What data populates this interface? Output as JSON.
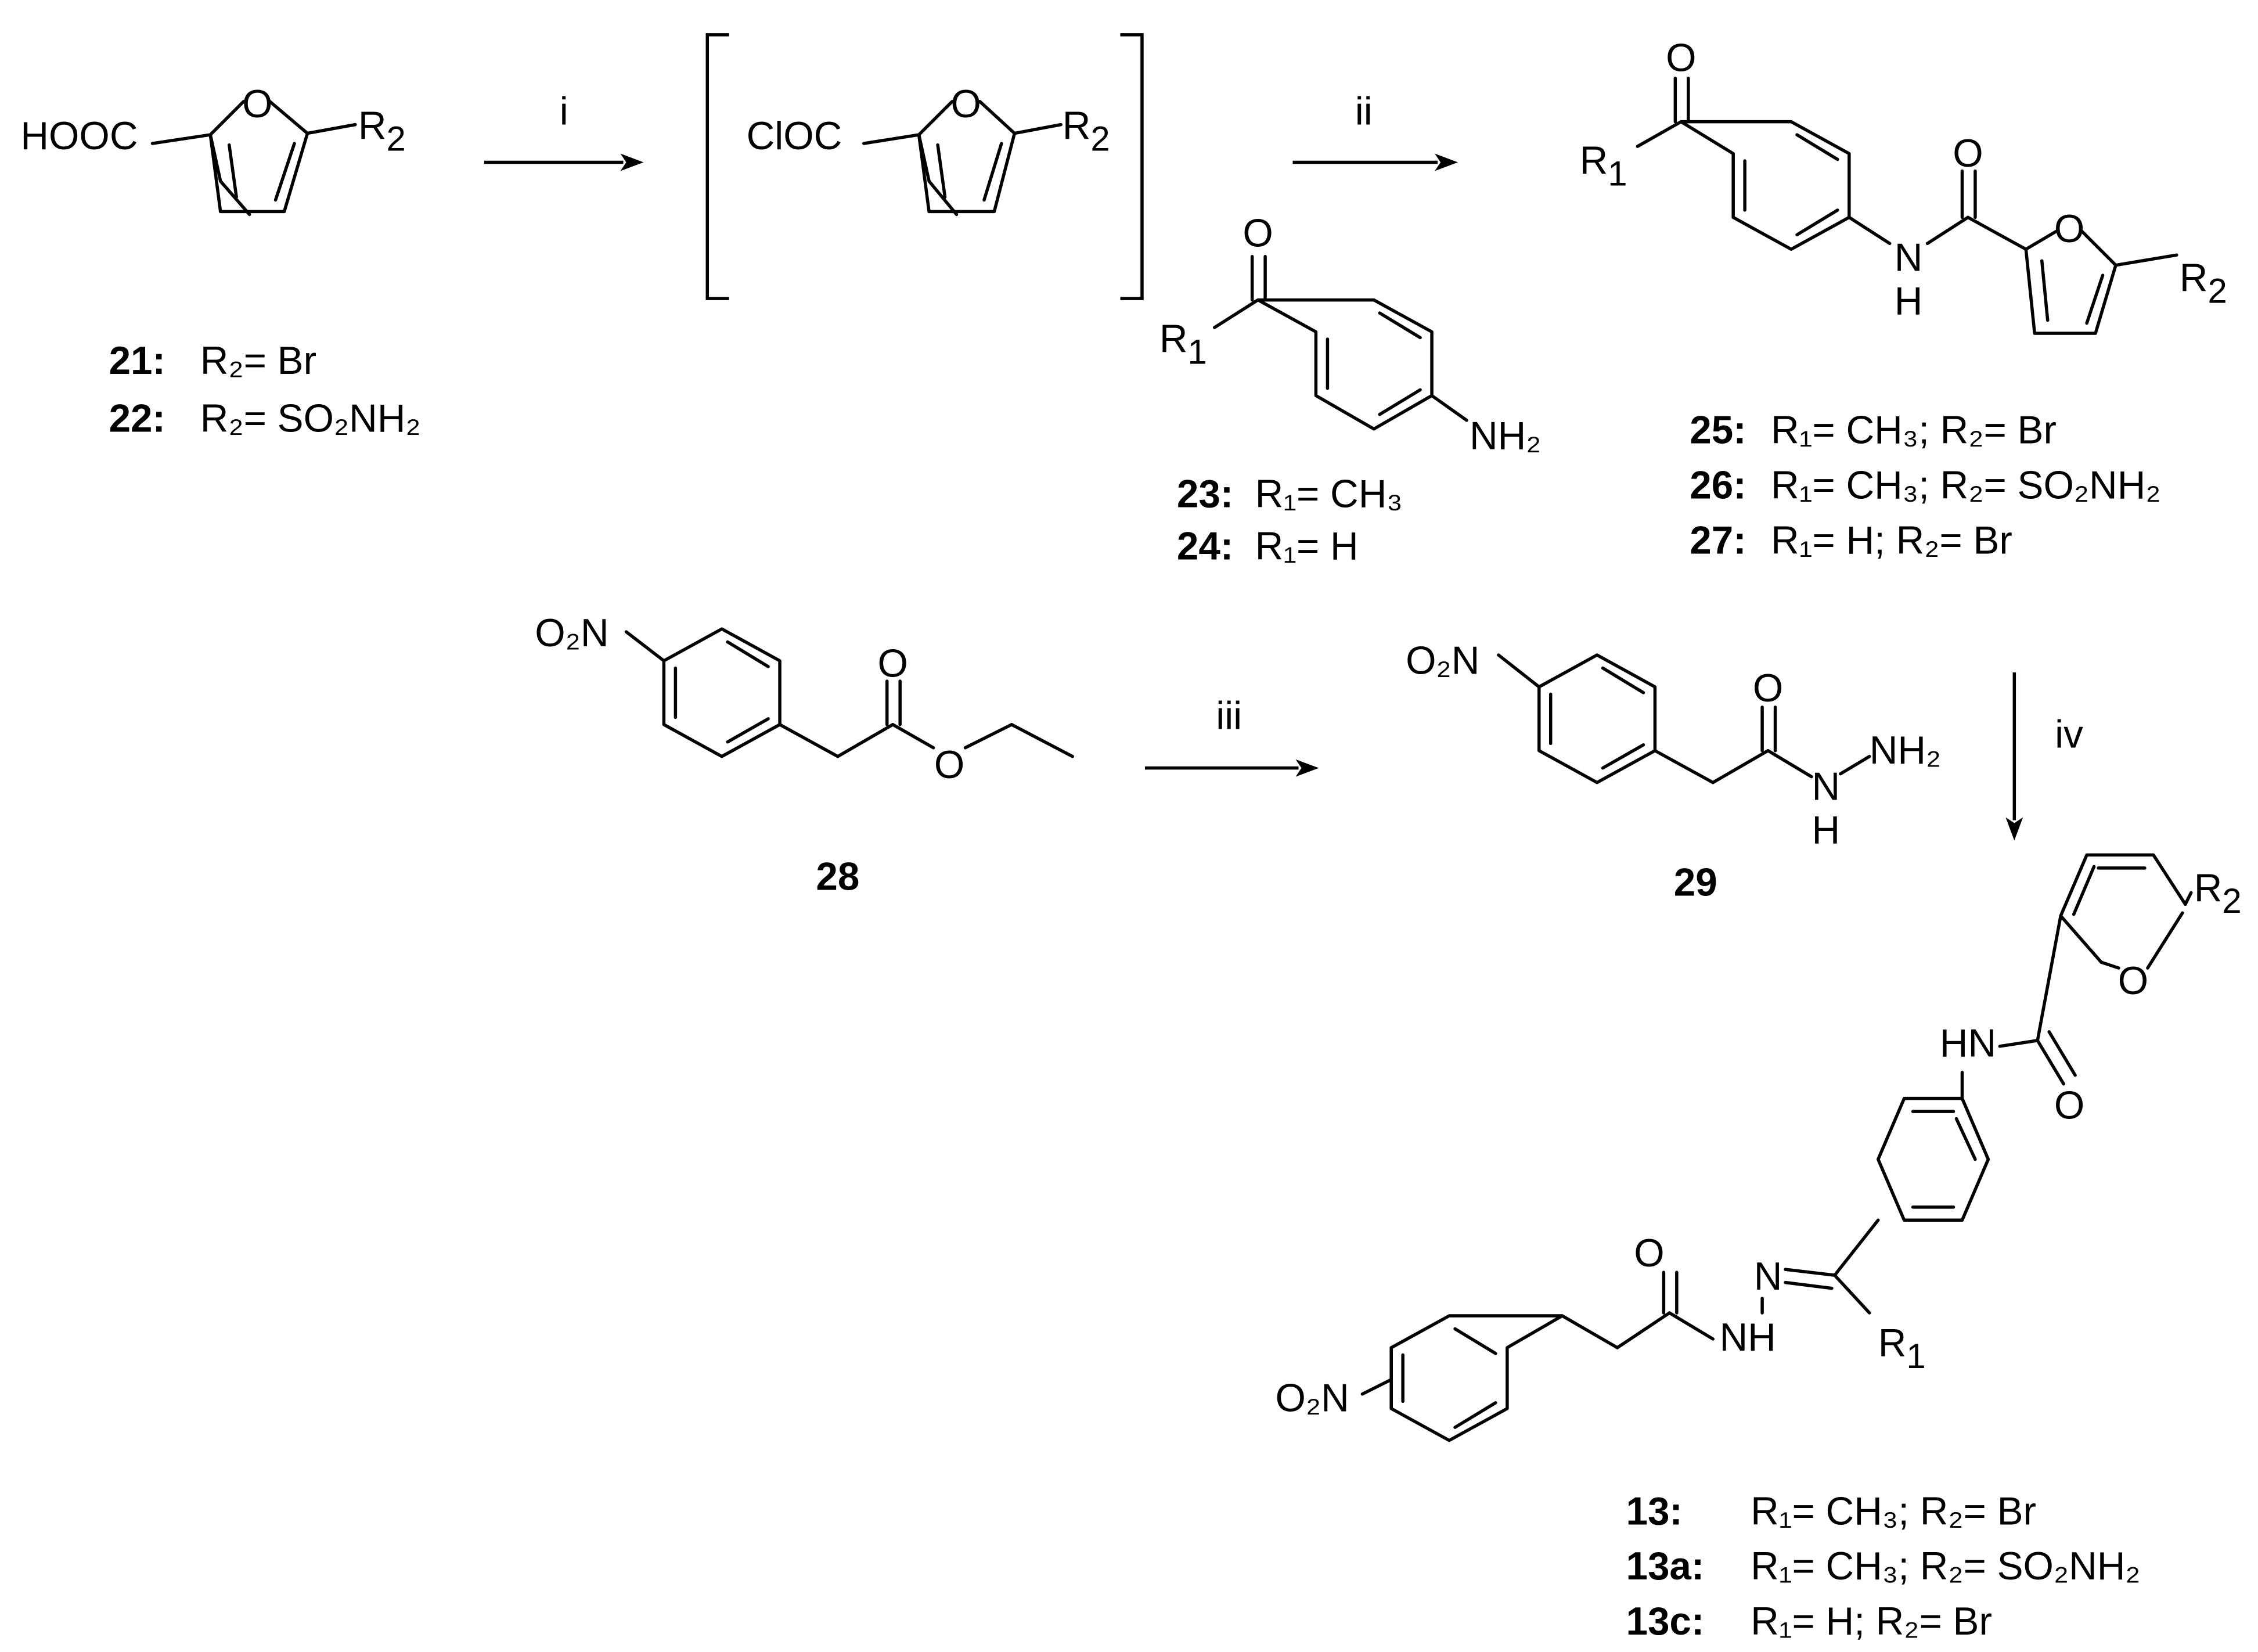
{
  "steps": {
    "i": "i",
    "ii": "ii",
    "iii": "iii",
    "iv": "iv"
  },
  "compounds": {
    "c21": {
      "id": "21:",
      "def": "R₂= Br"
    },
    "c22": {
      "id": "22:",
      "def": "R₂= SO₂NH₂"
    },
    "c23": {
      "id": "23:",
      "def": "R₁= CH₃"
    },
    "c24": {
      "id": "24:",
      "def": "R₁= H"
    },
    "c25": {
      "id": "25:",
      "def": "R₁= CH₃; R₂= Br"
    },
    "c26": {
      "id": "26:",
      "def": "R₁= CH₃; R₂= SO₂NH₂"
    },
    "c27": {
      "id": "27:",
      "def": "R₁= H; R₂= Br"
    },
    "c28": {
      "id": "28"
    },
    "c29": {
      "id": "29"
    },
    "c13": {
      "id": "13:",
      "def": "R₁= CH₃; R₂= Br"
    },
    "c13a": {
      "id": "13a:",
      "def": "R₁= CH₃; R₂= SO₂NH₂"
    },
    "c13c": {
      "id": "13c:",
      "def": "R₁= H; R₂= Br"
    }
  },
  "atoms": {
    "hooc": "HOOC",
    "cloc": "ClOC",
    "o": "O",
    "r": "R",
    "sub1": "1",
    "sub2": "2",
    "n": "N",
    "h": "H",
    "nh": "NH",
    "hn": "HN",
    "nh2": "NH₂",
    "o2n": "O₂N"
  }
}
